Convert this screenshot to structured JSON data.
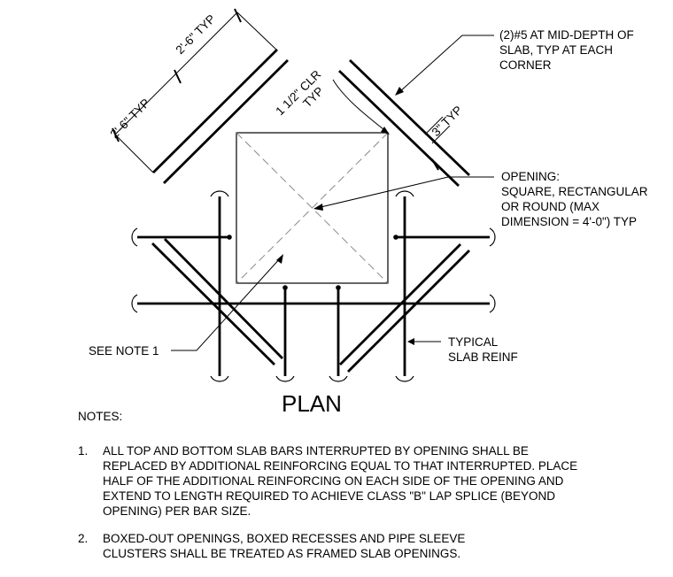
{
  "labels": {
    "dim_typ_lower": "2'-6\" TYP",
    "dim_typ_upper": "2'-6\" TYP",
    "clr": [
      "1 1/2\" CLR",
      "TYP"
    ],
    "three_typ": "3\" TYP",
    "mid_depth": [
      "(2)#5 AT MID-DEPTH OF",
      "SLAB, TYP AT EACH",
      "CORNER"
    ],
    "opening": [
      "OPENING:",
      "SQUARE, RECTANGULAR",
      "OR ROUND (MAX",
      "DIMENSION = 4'-0\") TYP"
    ],
    "see_note": "SEE NOTE 1",
    "typical_reinf": [
      "TYPICAL",
      "SLAB REINF"
    ],
    "plan_title": "PLAN"
  },
  "notes": {
    "heading": "NOTES:",
    "items": [
      {
        "number": "1.",
        "lines": [
          "ALL TOP AND BOTTOM SLAB BARS INTERRUPTED BY OPENING SHALL BE",
          "REPLACED BY ADDITIONAL REINFORCING EQUAL TO THAT INTERRUPTED. PLACE",
          "HALF OF THE ADDITIONAL REINFORCING ON EACH SIDE OF THE OPENING AND",
          "EXTEND TO LENGTH REQUIRED TO ACHIEVE CLASS \"B\" LAP SPLICE (BEYOND",
          "OPENING) PER BAR SIZE."
        ]
      },
      {
        "number": "2.",
        "lines": [
          "BOXED-OUT OPENINGS, BOXED RECESSES AND PIPE SLEEVE",
          "CLUSTERS SHALL BE TREATED AS FRAMED SLAB OPENINGS."
        ]
      }
    ]
  },
  "colors": {
    "ink": "#000000",
    "paper": "#ffffff",
    "hidden_line": "#888888"
  }
}
